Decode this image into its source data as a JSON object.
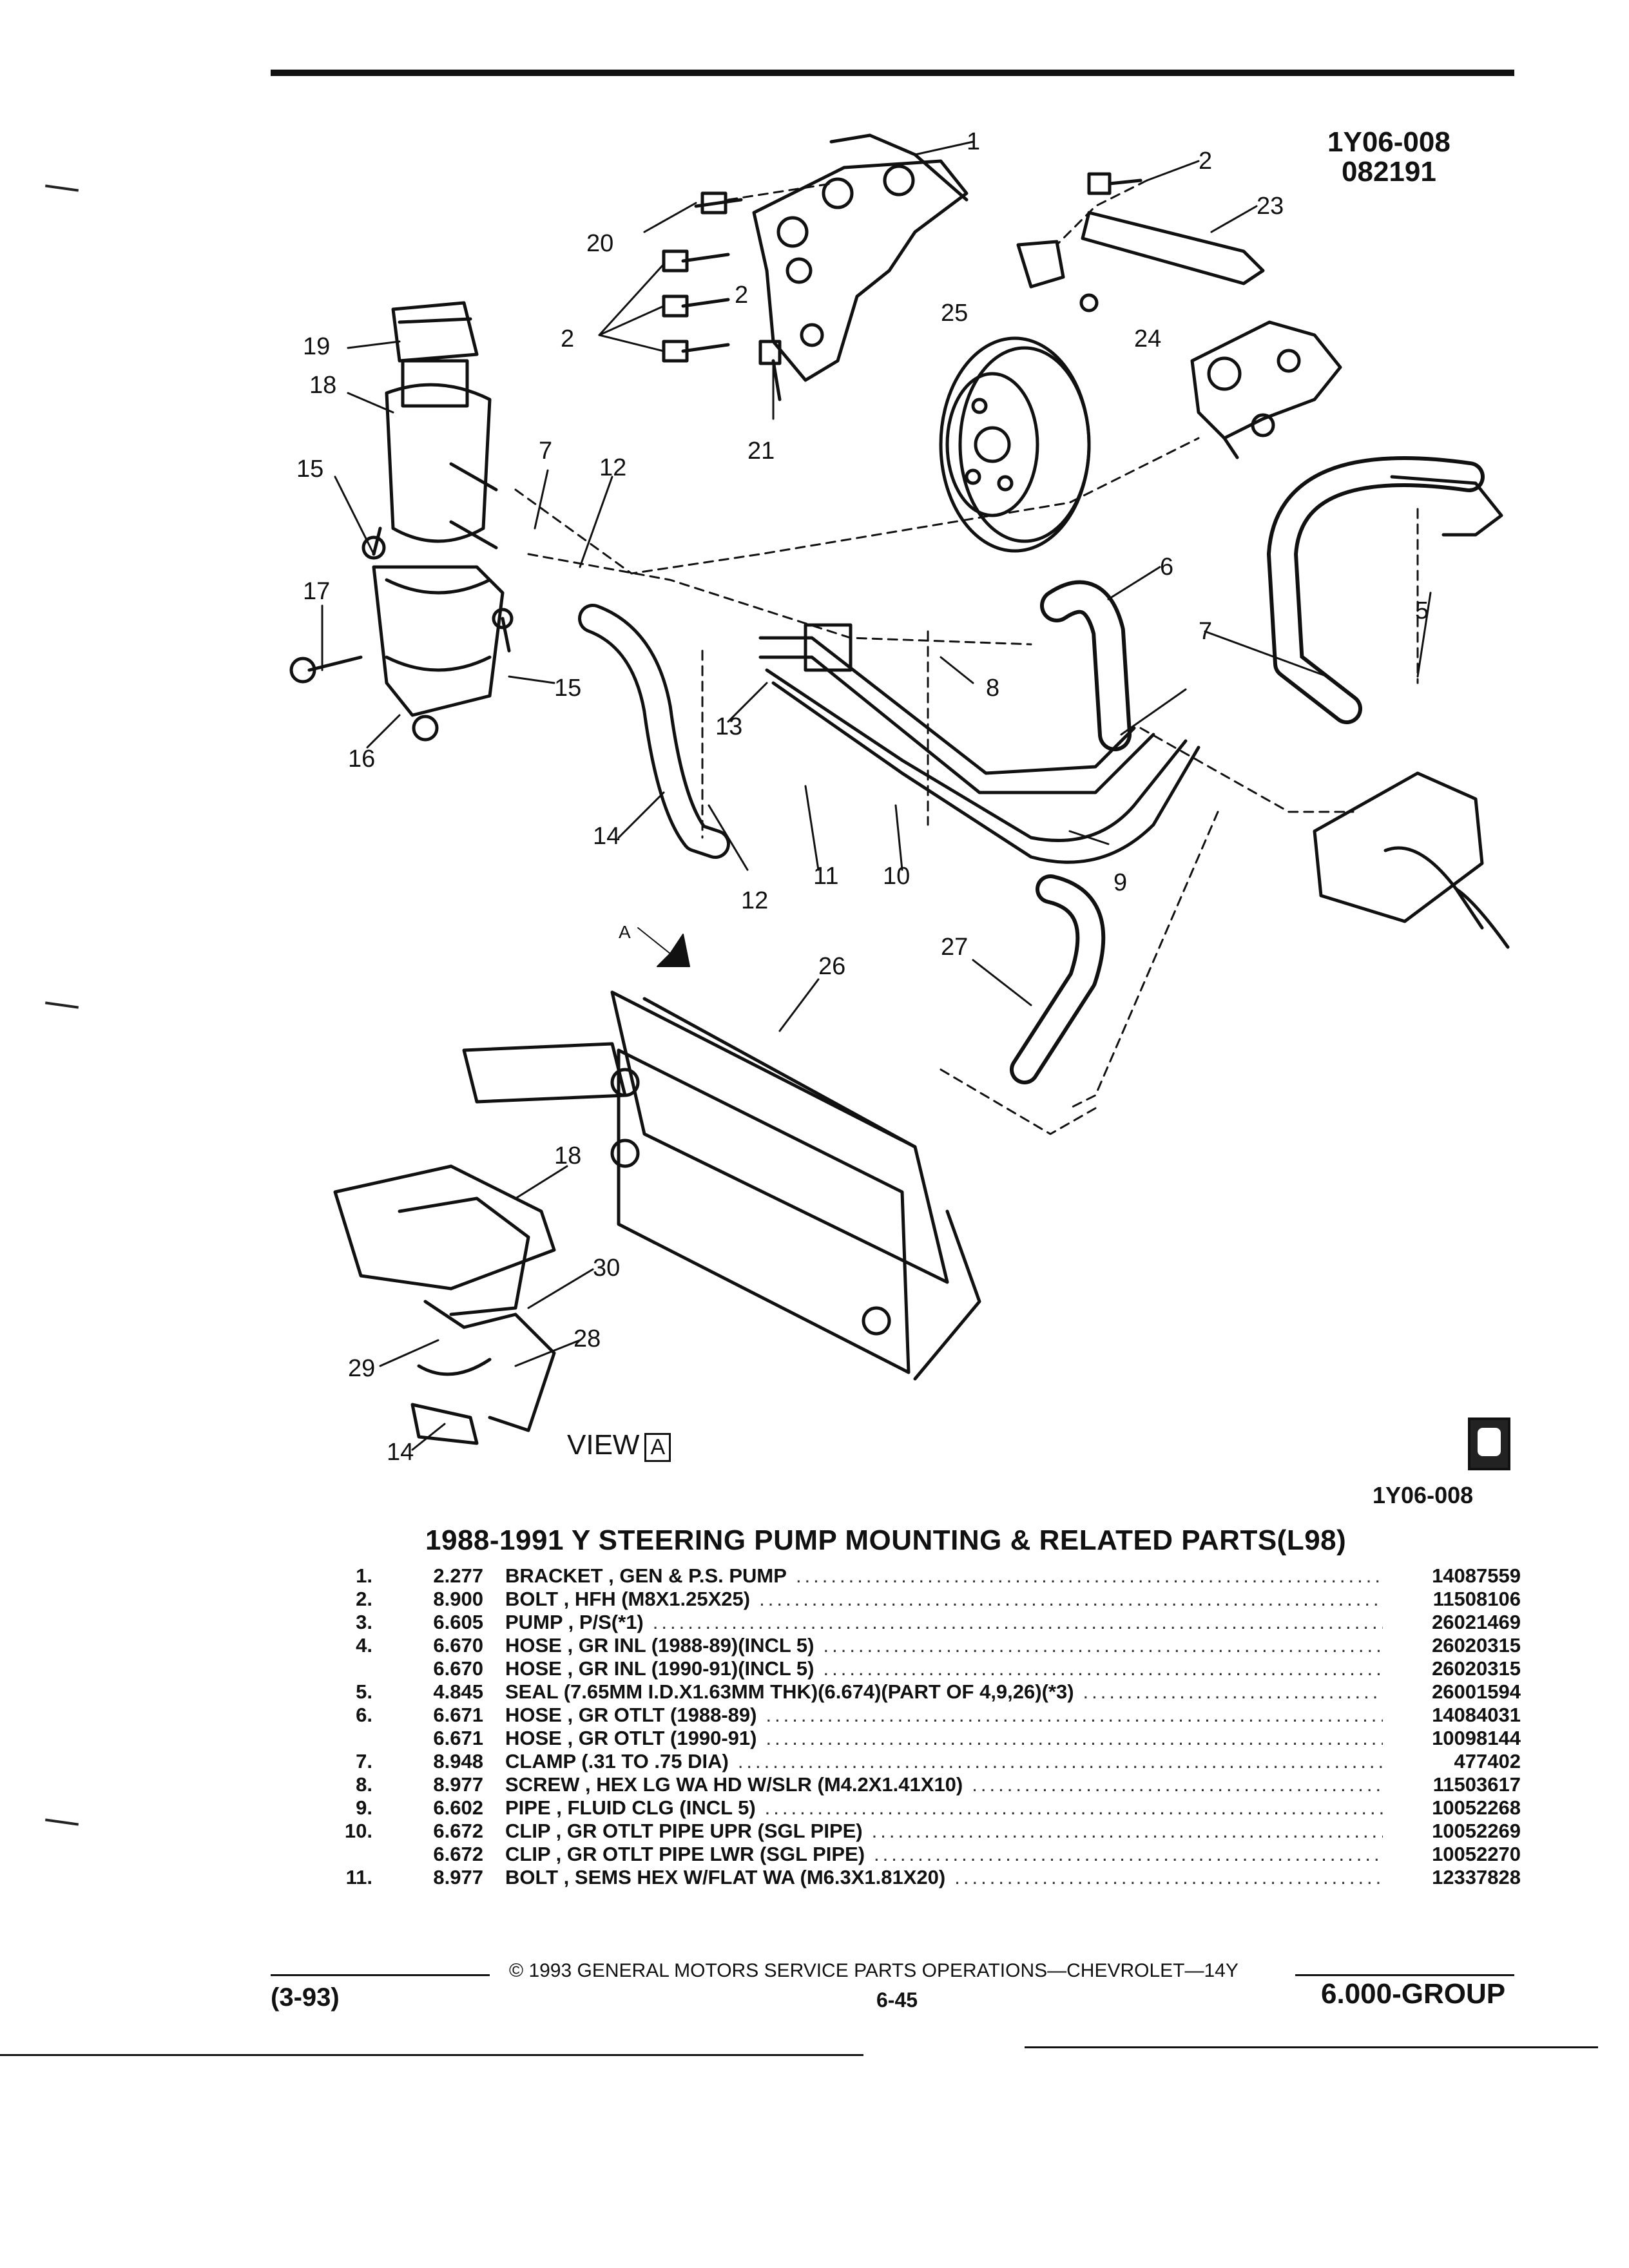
{
  "header": {
    "drawing_id": "1Y06-008",
    "drawing_date": "082191"
  },
  "diagram": {
    "callouts": [
      "1",
      "2",
      "23",
      "20",
      "2",
      "25",
      "24",
      "19",
      "2",
      "18",
      "21",
      "15",
      "7",
      "12",
      "6",
      "17",
      "5",
      "8",
      "7",
      "15",
      "13",
      "16",
      "14",
      "11",
      "10",
      "9",
      "12",
      "A",
      "26",
      "27",
      "18",
      "30",
      "29",
      "28",
      "14"
    ],
    "view_label": "VIEW",
    "view_tag": "A",
    "drawing_id_bottom": "1Y06-008"
  },
  "section": {
    "title": "1988-1991 Y STEERING PUMP MOUNTING & RELATED PARTS(L98)"
  },
  "parts": [
    {
      "item": "1.",
      "code": "2.277",
      "desc": "BRACKET , GEN & P.S. PUMP",
      "pn": "14087559"
    },
    {
      "item": "2.",
      "code": "8.900",
      "desc": "BOLT , HFH (M8X1.25X25)",
      "pn": "11508106"
    },
    {
      "item": "3.",
      "code": "6.605",
      "desc": "PUMP , P/S(*1)",
      "pn": "26021469"
    },
    {
      "item": "4.",
      "code": "6.670",
      "desc": "HOSE , GR INL (1988-89)(INCL 5)",
      "pn": "26020315"
    },
    {
      "item": "",
      "code": "6.670",
      "desc": "HOSE , GR INL (1990-91)(INCL 5)",
      "pn": "26020315"
    },
    {
      "item": "5.",
      "code": "4.845",
      "desc": "SEAL (7.65MM I.D.X1.63MM THK)(6.674)(PART OF 4,9,26)(*3)",
      "pn": "26001594"
    },
    {
      "item": "6.",
      "code": "6.671",
      "desc": "HOSE , GR OTLT (1988-89)",
      "pn": "14084031"
    },
    {
      "item": "",
      "code": "6.671",
      "desc": "HOSE , GR OTLT (1990-91)",
      "pn": "10098144"
    },
    {
      "item": "7.",
      "code": "8.948",
      "desc": "CLAMP (.31 TO .75 DIA)",
      "pn": "477402"
    },
    {
      "item": "8.",
      "code": "8.977",
      "desc": "SCREW , HEX LG WA HD W/SLR (M4.2X1.41X10)",
      "pn": "11503617"
    },
    {
      "item": "9.",
      "code": "6.602",
      "desc": "PIPE , FLUID CLG (INCL 5)",
      "pn": "10052268"
    },
    {
      "item": "10.",
      "code": "6.672",
      "desc": "CLIP , GR OTLT PIPE UPR (SGL PIPE)",
      "pn": "10052269"
    },
    {
      "item": "",
      "code": "6.672",
      "desc": "CLIP , GR OTLT PIPE LWR (SGL PIPE)",
      "pn": "10052270"
    },
    {
      "item": "11.",
      "code": "8.977",
      "desc": "BOLT , SEMS HEX W/FLAT WA (M6.3X1.81X20)",
      "pn": "12337828"
    }
  ],
  "footer": {
    "copyright": "© 1993 GENERAL MOTORS SERVICE PARTS OPERATIONS—CHEVROLET—14Y",
    "date_code": "(3-93)",
    "page": "6-45",
    "group": "6.000-GROUP"
  }
}
